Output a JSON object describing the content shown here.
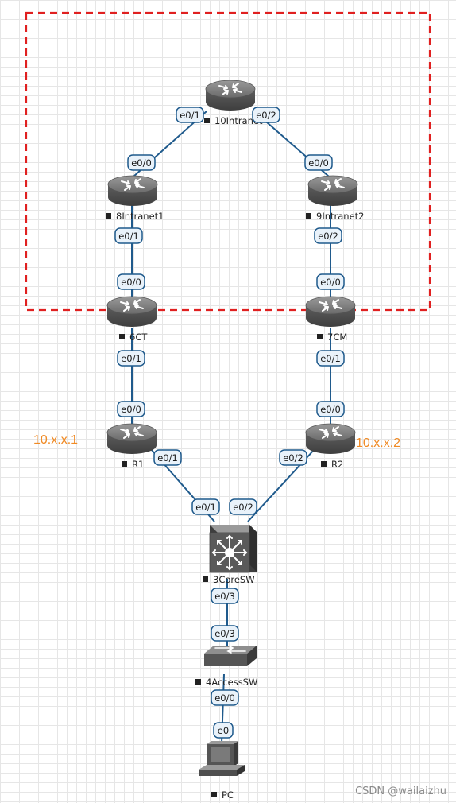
{
  "colors": {
    "link": "#1f5a8c",
    "iface_fill": "#e9f2fa",
    "iface_stroke": "#1f5a8c",
    "region_border": "#e02020",
    "ip_label": "#f08a24",
    "device_body": "#6e6e6e",
    "device_dark": "#4a4a4a"
  },
  "region": {
    "label": ""
  },
  "devices": {
    "intranet10": {
      "label": "10Intranet",
      "type": "router-icon"
    },
    "intranet8": {
      "label": "8Intranet1",
      "type": "router-icon"
    },
    "intranet9": {
      "label": "9Intranet2",
      "type": "router-icon"
    },
    "ct6": {
      "label": "6CT",
      "type": "router-icon"
    },
    "cm7": {
      "label": "7CM",
      "type": "router-icon"
    },
    "r1": {
      "label": "R1",
      "type": "router-icon"
    },
    "r2": {
      "label": "R2",
      "type": "router-icon"
    },
    "coresw": {
      "label": "3CoreSW",
      "type": "multilayer-switch-icon"
    },
    "accesssw": {
      "label": "4AccessSW",
      "type": "switch-icon"
    },
    "pc": {
      "label": "PC",
      "type": "pc-icon"
    }
  },
  "interfaces": {
    "i10_e01": "e0/1",
    "i10_e02": "e0/2",
    "i8_e00": "e0/0",
    "i8_e01": "e0/1",
    "i9_e00": "e0/0",
    "i9_e02": "e0/2",
    "ct_e00": "e0/0",
    "ct_e01": "e0/1",
    "cm_e00": "e0/0",
    "cm_e01": "e0/1",
    "r1_e00": "e0/0",
    "r1_e01": "e0/1",
    "r2_e00": "e0/0",
    "r2_e02": "e0/2",
    "core_e01": "e0/1",
    "core_e02": "e0/2",
    "core_e03": "e0/3",
    "acc_e03": "e0/3",
    "acc_e00": "e0/0",
    "pc_e0": "e0"
  },
  "annotations": {
    "r1_ip": "10.x.x.1",
    "r2_ip": "10.x.x.2"
  },
  "watermark": "CSDN @wailaizhu"
}
